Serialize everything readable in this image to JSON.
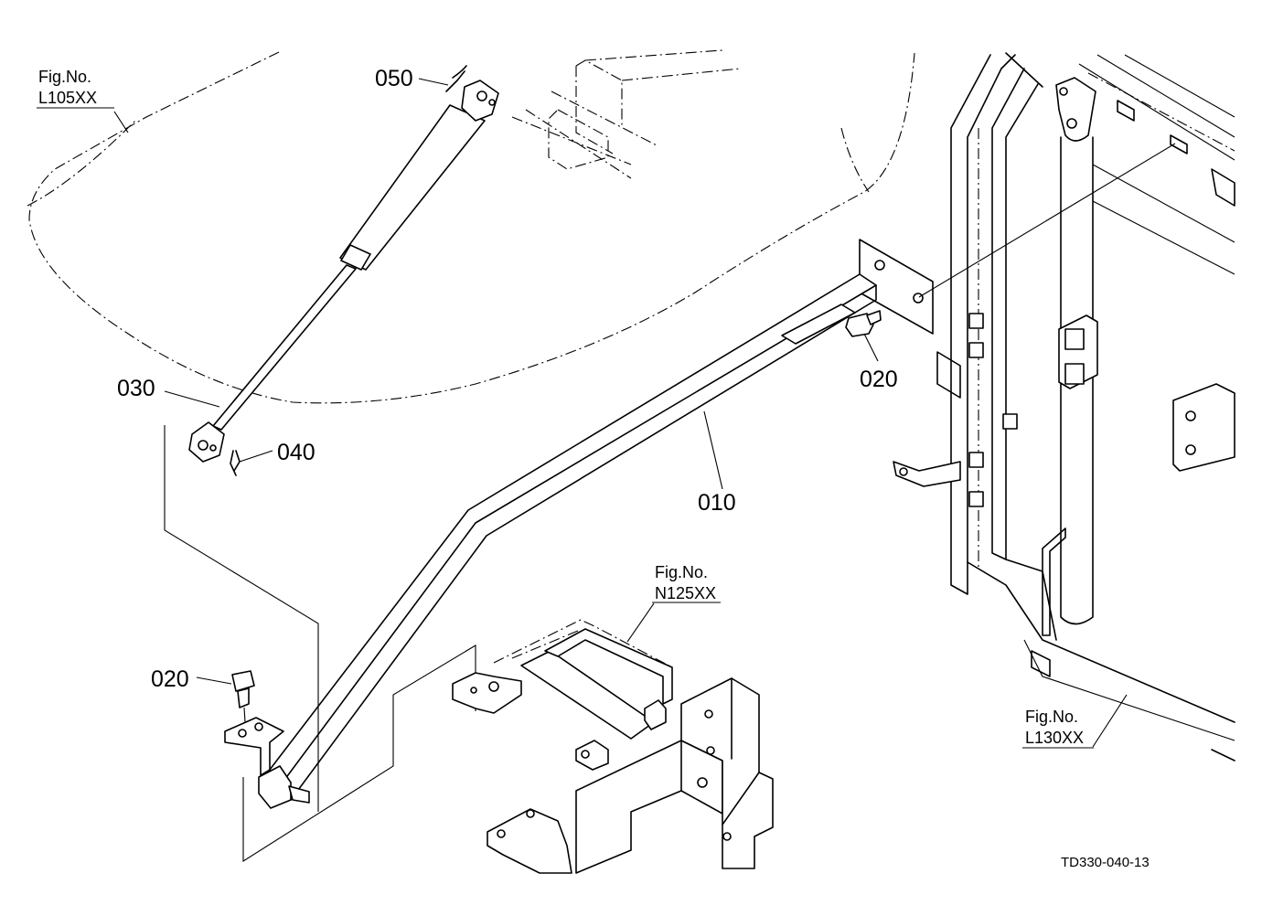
{
  "figure_refs": {
    "top_left": {
      "label": "Fig.No.",
      "code": "L105XX"
    },
    "bottom_center": {
      "label": "Fig.No.",
      "code": "N125XX"
    },
    "bottom_right": {
      "label": "Fig.No.",
      "code": "L130XX"
    }
  },
  "callouts": {
    "part_010": "010",
    "part_020_right": "020",
    "part_020_left": "020",
    "part_030": "030",
    "part_040": "040",
    "part_050": "050"
  },
  "drawing_code": "TD330-040-13"
}
